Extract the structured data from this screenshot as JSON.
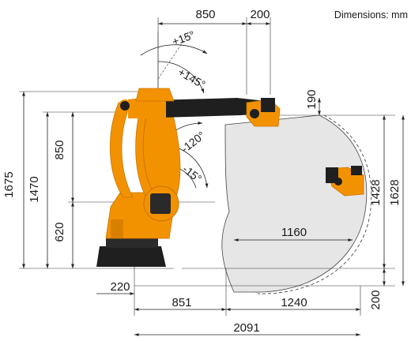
{
  "caption": "Dimensions: mm",
  "dimensions": {
    "top_reach": "850",
    "top_flange": "200",
    "flange_offset": "190",
    "total_height": "1675",
    "shoulder_height": "1470",
    "arm_length": "850",
    "base_height": "620",
    "base_offset": "220",
    "rear_reach": "851",
    "front_reach": "1240",
    "total_reach": "2091",
    "inner_radius_reach": "1160",
    "envelope_height": "1428",
    "envelope_total": "1628",
    "envelope_below_base": "200"
  },
  "angles": {
    "a1": "+15°",
    "a2": "+145°",
    "a3": "-120°",
    "a4": "-15°"
  },
  "colors": {
    "robot_orange": "#f39200",
    "robot_dark": "#1f1f1f",
    "envelope_fill": "#e6e6e6"
  }
}
